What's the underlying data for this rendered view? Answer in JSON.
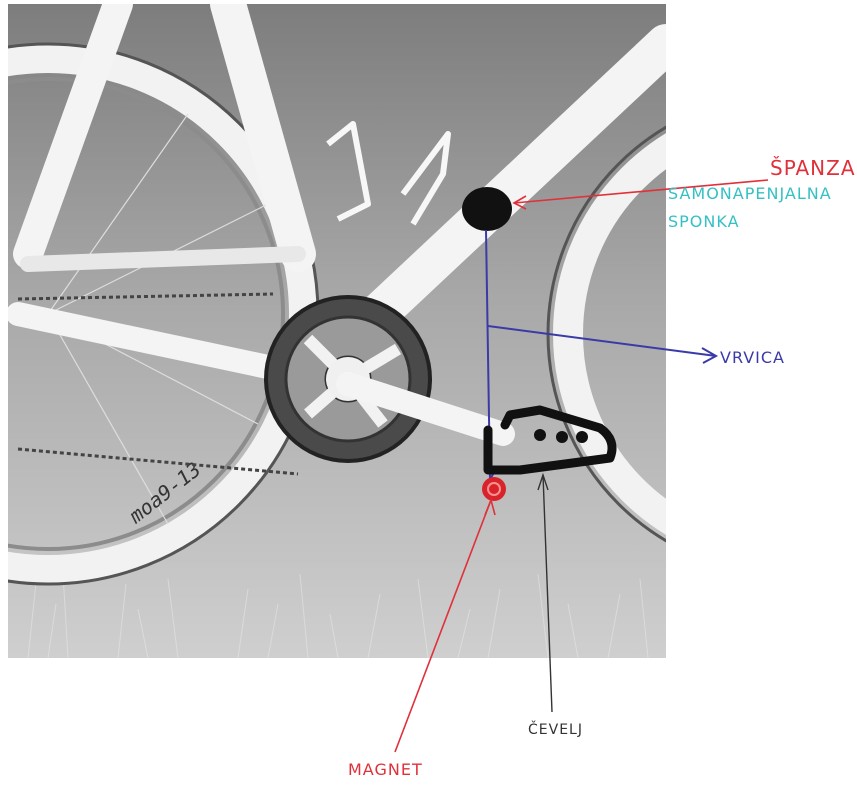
{
  "labels": {
    "sponge": "ŠPANZA",
    "self_clip_line1": "SAMONAPENJALNA",
    "self_clip_line2": "SPONKA",
    "string": "VRVICA",
    "shoe": "ČEVELJ",
    "magnet": "MAGNET"
  },
  "wheel_rim_text": "moa9-13",
  "colors": {
    "red": "#e0303a",
    "cyan": "#35c0c4",
    "blue": "#3a3aa8",
    "dark": "#333333",
    "shoe": "#111111",
    "magnet_dot": "#d8232a"
  }
}
